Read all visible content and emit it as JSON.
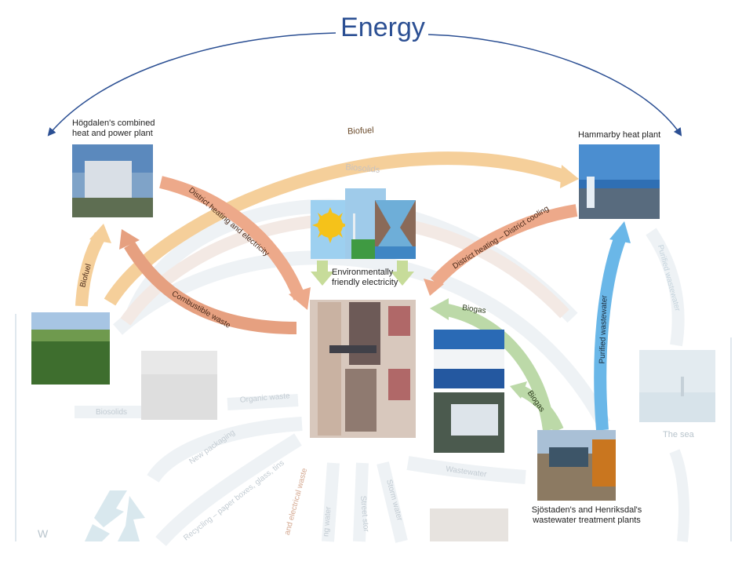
{
  "title": "Energy",
  "nodes": {
    "hogdalen": "Högdalen's combined heat and power plant",
    "hammarby": "Hammarby heat plant",
    "environmental": "Environmentally friendly electricity",
    "wastewater_plants": "Sjöstaden's and Henriksdal's wastewater treatment plants",
    "sea": "The sea"
  },
  "flows": {
    "biofuel_top": "Biofuel",
    "biosolids_top": "Biosolids",
    "district_heating_electricity": "District heating and electricity",
    "district_heating_cooling": "District heating – District cooling",
    "combustible_waste": "Combustible waste",
    "biofuel_left": "Biofuel",
    "biogas_upper": "Biogas",
    "biogas_lower": "Biogas",
    "purified_wastewater": "Purified wastewater",
    "purified_wastewater_faded": "Purified wastewater",
    "organic_waste": "Organic waste",
    "biosolids_bottom": "Biosolids",
    "new_packaging": "New packaging",
    "recycling": "Recycling – paper boxes, glass, tins",
    "electrical_waste": "and electrical waste",
    "wastewater": "Wastewater",
    "storm_water": "Storm water",
    "street_storm": "Street stor",
    "water_faded": "ng water",
    "corner_letter": "W"
  },
  "colors": {
    "title_blue": "#2b4f93",
    "orange": "#f5cf9a",
    "salmon": "#e6a080",
    "green": "#bcd9a8",
    "blue": "#6ab7e8",
    "faded": "#e8eef2"
  }
}
